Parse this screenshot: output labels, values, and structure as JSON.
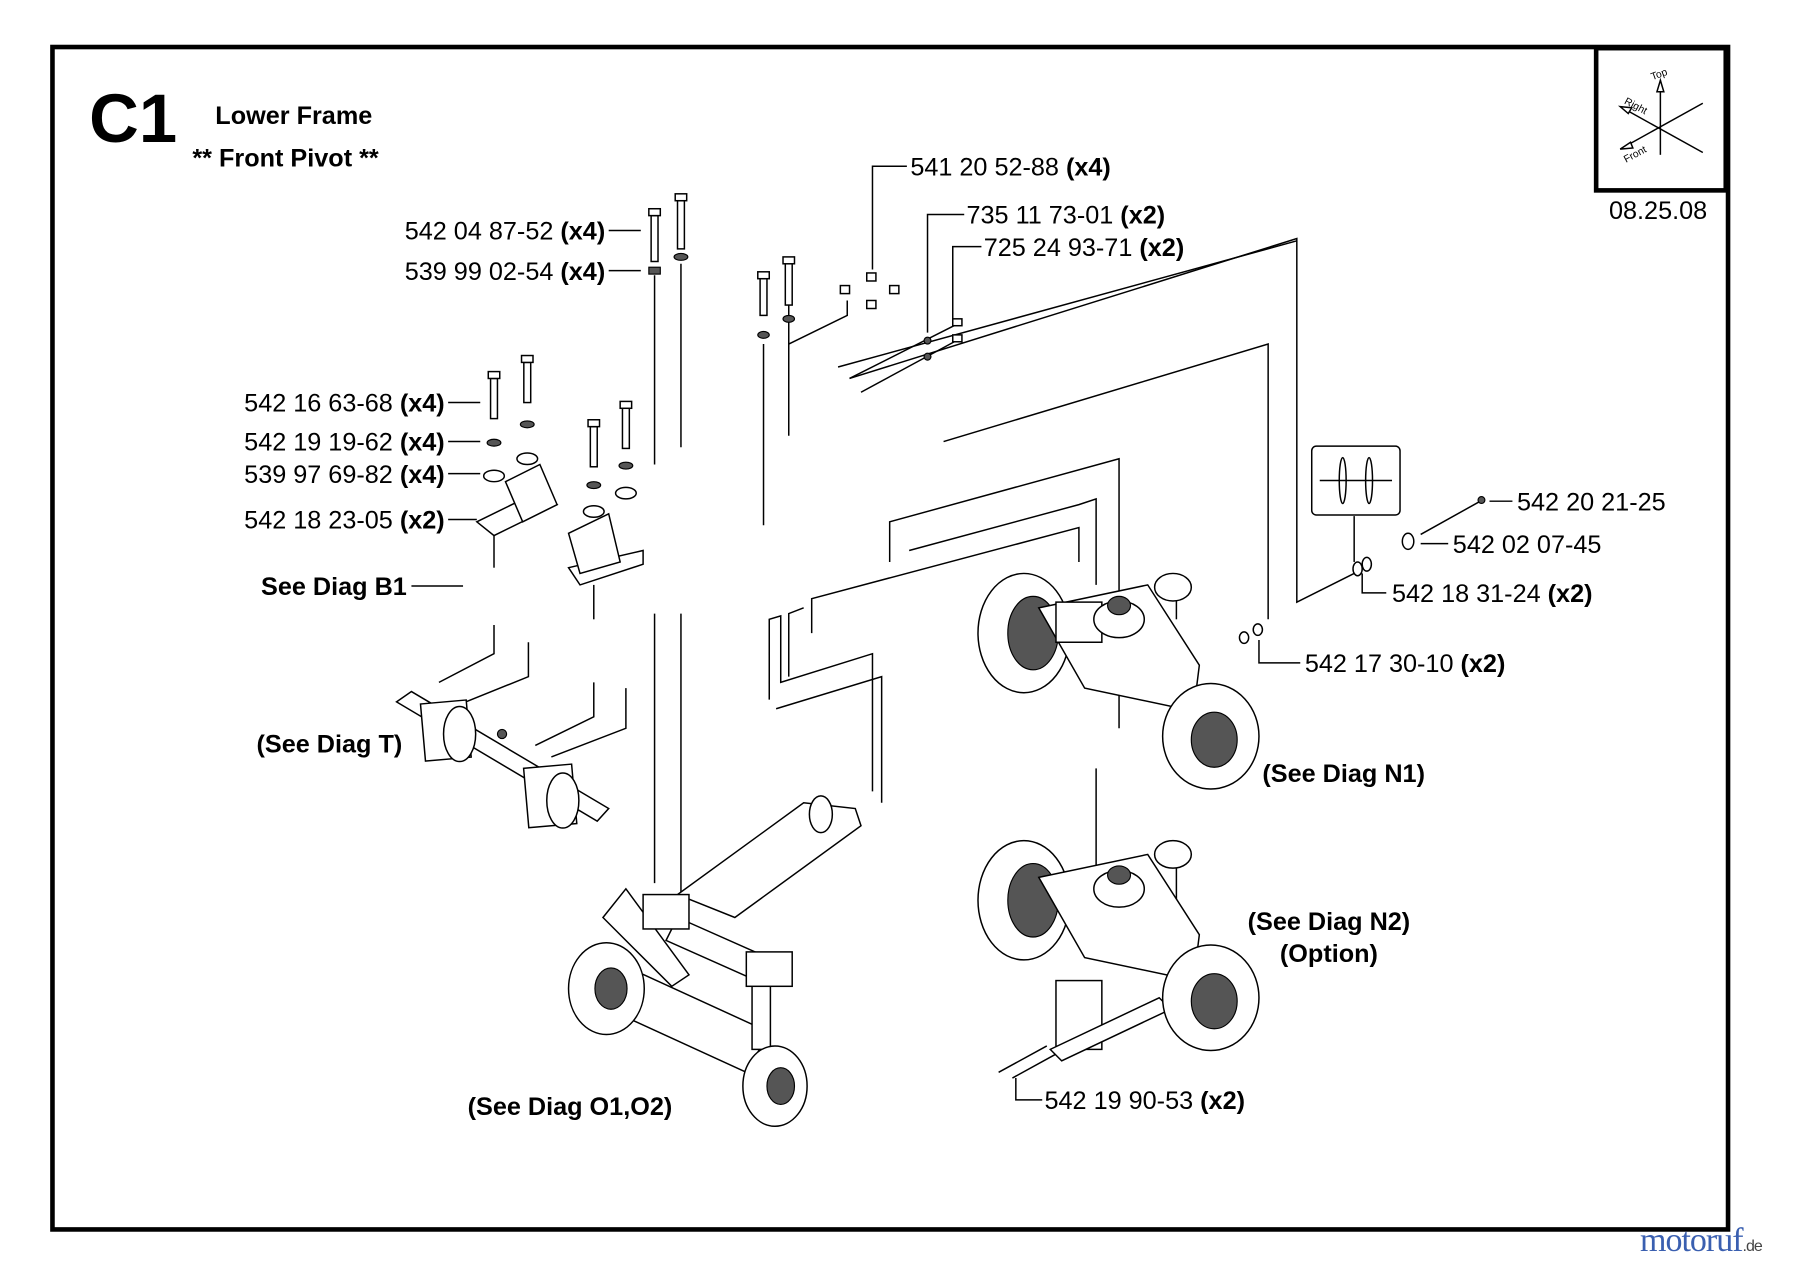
{
  "header": {
    "code": "C1",
    "title": "Lower Frame",
    "subtitle": "** Front Pivot **"
  },
  "orientation": {
    "top": "Top",
    "right": "Right",
    "front": "Front"
  },
  "date": "08.25.08",
  "parts": [
    {
      "number": "541 20 52-88",
      "qty": "(x4)"
    },
    {
      "number": "735 11 73-01",
      "qty": "(x2)"
    },
    {
      "number": "725 24 93-71",
      "qty": "(x2)"
    },
    {
      "number": "542 04 87-52",
      "qty": "(x4)"
    },
    {
      "number": "539 99 02-54",
      "qty": "(x4)"
    },
    {
      "number": "542 16 63-68",
      "qty": "(x4)"
    },
    {
      "number": "542 19 19-62",
      "qty": "(x4)"
    },
    {
      "number": "539 97 69-82",
      "qty": "(x4)"
    },
    {
      "number": "542 18 23-05",
      "qty": "(x2)"
    },
    {
      "number": "542 20 21-25",
      "qty": ""
    },
    {
      "number": "542 02 07-45",
      "qty": ""
    },
    {
      "number": "542 18 31-24",
      "qty": "(x2)"
    },
    {
      "number": "542 17 30-10",
      "qty": "(x2)"
    },
    {
      "number": "542 19 90-53",
      "qty": "(x2)"
    }
  ],
  "references": {
    "b1": "See Diag B1",
    "t": "(See Diag T)",
    "n1": "(See Diag N1)",
    "n2": "(See Diag N2)",
    "n2_option": "(Option)",
    "o": "(See Diag O1,O2)"
  },
  "watermark": {
    "text": "motoruf",
    "suffix": ".de"
  }
}
